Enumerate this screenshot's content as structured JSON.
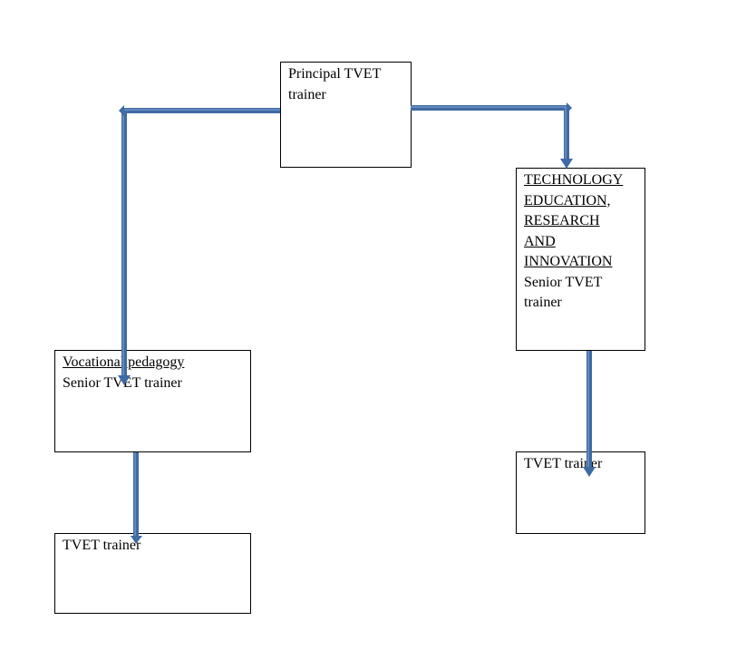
{
  "diagram": {
    "type": "organizational-chart",
    "arrow_color": "#3f6aa3",
    "arrow_highlight": "#6f93c4",
    "nodes": [
      {
        "id": "principal",
        "title_lines": [],
        "role_lines": [
          "Principal TVET",
          "trainer"
        ]
      },
      {
        "id": "tech",
        "title_lines": [
          "TECHNOLOGY",
          "EDUCATION, ",
          "RESEARCH ",
          "AND ",
          "INNOVATION"
        ],
        "role_lines": [
          "Senior TVET",
          "trainer"
        ]
      },
      {
        "id": "voc",
        "title_lines": [
          "Vocational pedagogy"
        ],
        "role_lines": [
          "Senior TVET trainer"
        ]
      },
      {
        "id": "tvet-left",
        "title_lines": [],
        "role_lines": [
          "TVET trainer"
        ]
      },
      {
        "id": "tvet-right",
        "title_lines": [],
        "role_lines": [
          "TVET trainer"
        ]
      }
    ],
    "edges": [
      {
        "from": "principal",
        "to": "voc"
      },
      {
        "from": "principal",
        "to": "tech"
      },
      {
        "from": "voc",
        "to": "tvet-left"
      },
      {
        "from": "tech",
        "to": "tvet-right"
      }
    ]
  }
}
